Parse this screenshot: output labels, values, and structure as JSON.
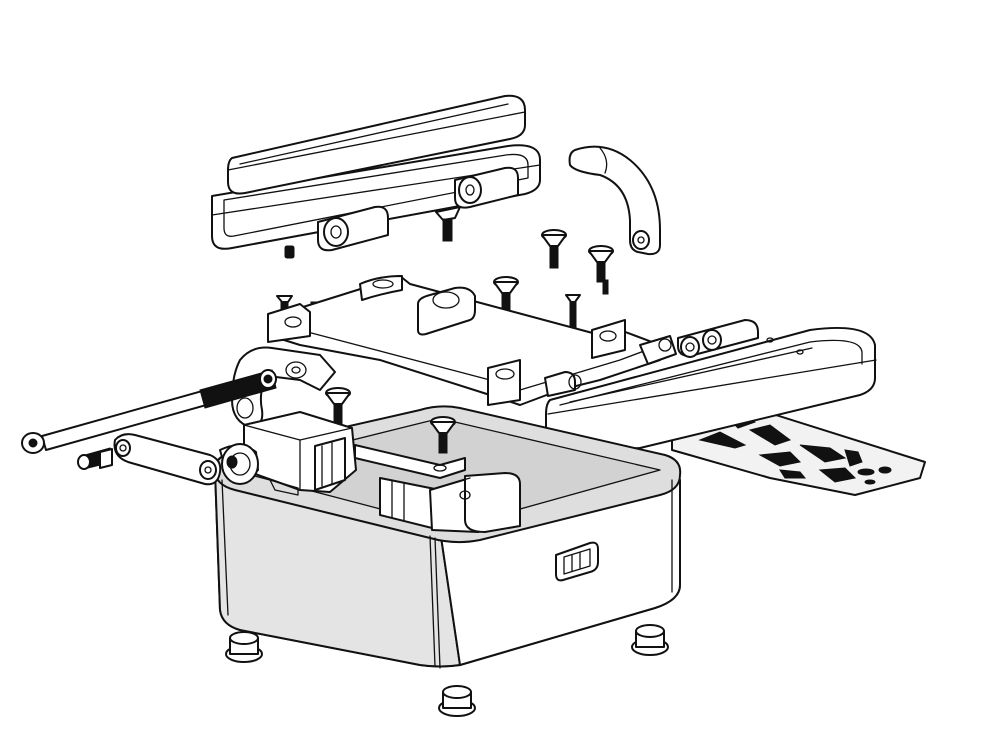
{
  "drawing": {
    "kind": "exploded assembly view",
    "style": "black line art with light grey shading",
    "colors": {
      "line": "#111111",
      "fill": "#ffffff",
      "shade": "#dcdcdc",
      "pcb": "#f2f2f2"
    }
  },
  "parts": [
    "enclosure-base",
    "top-lid",
    "top-lid-frame",
    "side-lid",
    "bracket-plate",
    "curved-clamp",
    "long-bolt",
    "short-bolt",
    "link-arm",
    "servo-motor",
    "circuit-board",
    "countersunk-screws",
    "feet"
  ]
}
